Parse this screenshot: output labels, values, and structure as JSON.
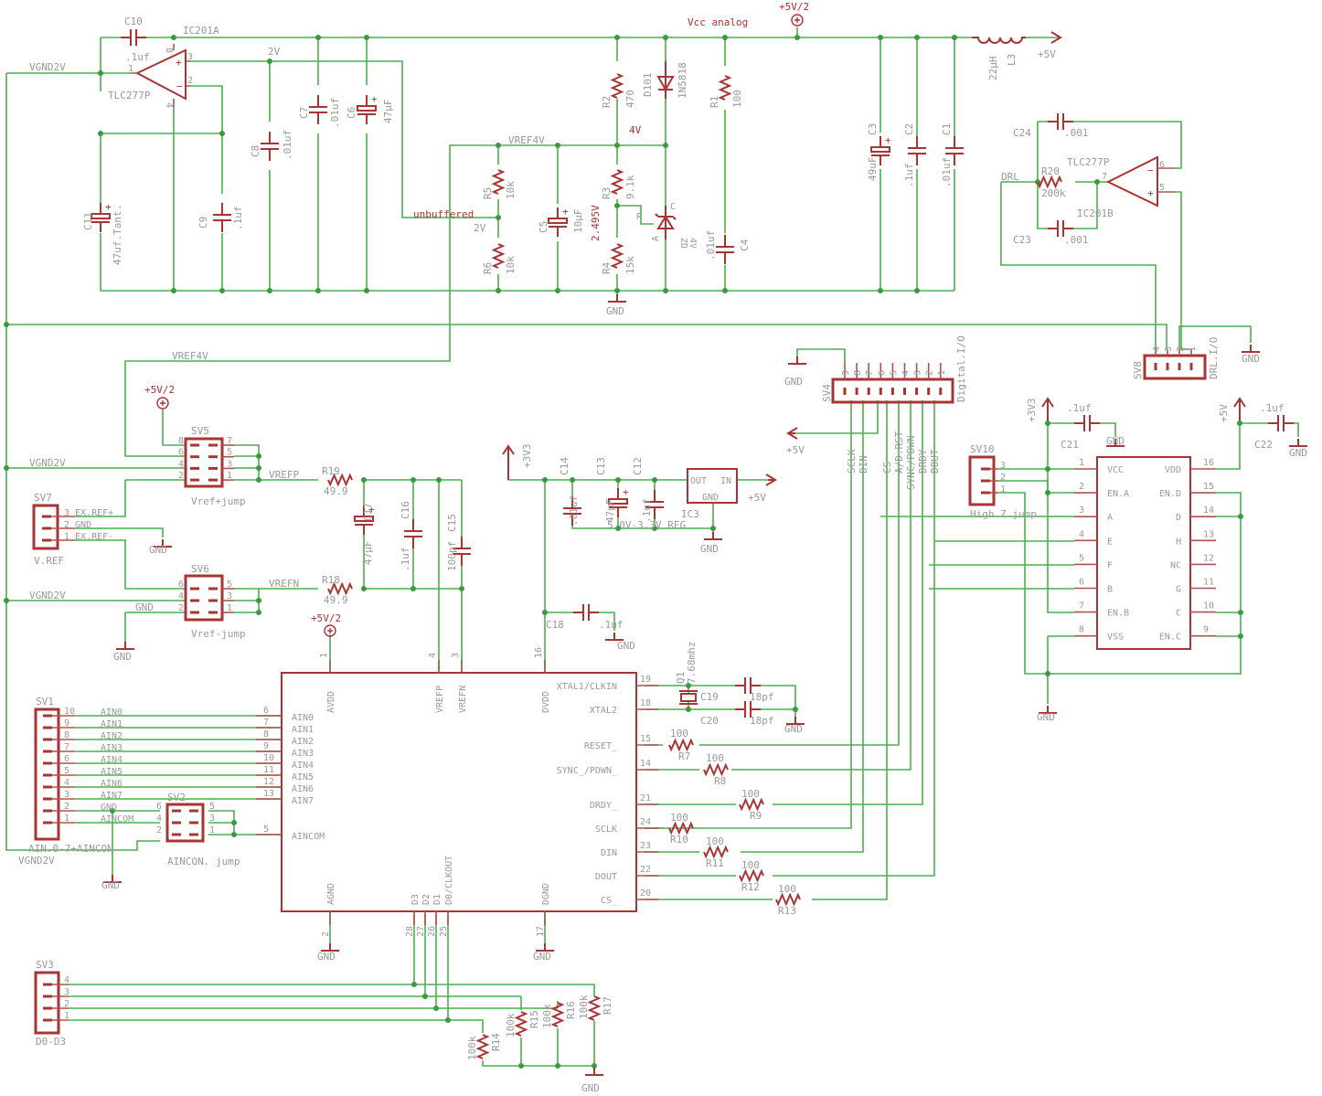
{
  "title": "ADC board schematic",
  "colors": {
    "wire": "#4caf50",
    "part": "#a33333",
    "label": "#999999",
    "junction": "#3c9a3c"
  },
  "nets": {
    "vgnd2v": "VGND2V",
    "vref4v": "VREF4V",
    "vrefp": "VREFP",
    "vrefn": "VREFN",
    "vcc_analog": "Vcc analog",
    "unbuffered": "unbuffered",
    "v2": "2V",
    "v4": "4V",
    "v2495": "2.495V",
    "drl": "DRL",
    "gnd": "GND",
    "p5v": "+5V",
    "p3v3": "+3V3",
    "p5v_half": "+5V/2"
  },
  "ic201a": {
    "ref": "IC201A",
    "part": "TLC277P",
    "pins": [
      "8",
      "3",
      "2",
      "1",
      "4"
    ]
  },
  "ic201b": {
    "ref": "IC201B",
    "part": "TLC277P",
    "pins": [
      "6",
      "5",
      "7"
    ]
  },
  "capacitors": {
    "c1": {
      "ref": "C1",
      "value": ".01uf"
    },
    "c2": {
      "ref": "C2",
      "value": ".1uf"
    },
    "c3": {
      "ref": "C3",
      "value": "49uF"
    },
    "c4": {
      "ref": "C4",
      "value": ".01uf"
    },
    "c5": {
      "ref": "C5",
      "value": "10µF"
    },
    "c6": {
      "ref": "C6",
      "value": "47µF"
    },
    "c7": {
      "ref": "C7",
      "value": ".01uf"
    },
    "c8": {
      "ref": "C8",
      "value": ".01uf"
    },
    "c9": {
      "ref": "C9",
      "value": ".1uf"
    },
    "c10": {
      "ref": "C10",
      "value": ".1uf"
    },
    "c11": {
      "ref": "C11",
      "value": "47uf.Tant."
    },
    "c12": {
      "ref": "C12",
      "value": ".1uf"
    },
    "c13": {
      "ref": "C13",
      "value": "47µF"
    },
    "c14": {
      "ref": "C14",
      "value": ".01uf"
    },
    "c15": {
      "ref": "C15",
      "value": "100pf"
    },
    "c16": {
      "ref": "C16",
      "value": ".1uf"
    },
    "c17": {
      "ref": "C17",
      "value": "47µF"
    },
    "c18": {
      "ref": "C18",
      "value": ".1uf"
    },
    "c19": {
      "ref": "C19",
      "value": "18pf"
    },
    "c20": {
      "ref": "C20",
      "value": "18pf"
    },
    "c21": {
      "ref": "C21",
      "value": ".1uf"
    },
    "c22": {
      "ref": "C22",
      "value": ".1uf"
    },
    "c23": {
      "ref": "C23",
      "value": ".001"
    },
    "c24": {
      "ref": "C24",
      "value": ".001"
    }
  },
  "resistors": {
    "r1": {
      "ref": "R1",
      "value": "100"
    },
    "r2": {
      "ref": "R2",
      "value": "470"
    },
    "r3": {
      "ref": "R3",
      "value": "9.1k"
    },
    "r4": {
      "ref": "R4",
      "value": "15k"
    },
    "r5": {
      "ref": "R5",
      "value": "10k"
    },
    "r6": {
      "ref": "R6",
      "value": "10k"
    },
    "r7": {
      "ref": "R7",
      "value": "100"
    },
    "r8": {
      "ref": "R8",
      "value": "100"
    },
    "r9": {
      "ref": "R9",
      "value": "100"
    },
    "r10": {
      "ref": "R10",
      "value": "100"
    },
    "r11": {
      "ref": "R11",
      "value": "100"
    },
    "r12": {
      "ref": "R12",
      "value": "100"
    },
    "r13": {
      "ref": "R13",
      "value": "100"
    },
    "r14": {
      "ref": "R14",
      "value": "100k"
    },
    "r15": {
      "ref": "R15",
      "value": "100k"
    },
    "r16": {
      "ref": "R16",
      "value": "100k"
    },
    "r17": {
      "ref": "R17",
      "value": "100k"
    },
    "r18": {
      "ref": "R18",
      "value": "49.9"
    },
    "r19": {
      "ref": "R19",
      "value": "49.9"
    },
    "r20": {
      "ref": "R20",
      "value": "200k"
    }
  },
  "d101": {
    "ref": "D101",
    "part": "1N5818"
  },
  "zener": {
    "pin_r": "R",
    "pin_a": "A",
    "pin_c": "C",
    "label": "ZD",
    "value": "4V"
  },
  "l3": {
    "ref": "L3",
    "value": "22µH"
  },
  "q1": {
    "ref": "Q1",
    "value": "7.68mhz"
  },
  "ic3": {
    "ref": "IC3",
    "value": "5.0V-3.3V REG",
    "pin_out": "OUT",
    "pin_in": "IN",
    "pin_gnd": "GND"
  },
  "adc": {
    "top_pins": [
      {
        "num": "1",
        "name": "AVDD"
      },
      {
        "num": "4",
        "name": "VREFP"
      },
      {
        "num": "3",
        "name": "VREFN"
      },
      {
        "num": "16",
        "name": "DVDD"
      }
    ],
    "left_pins": [
      {
        "num": "6",
        "name": "AIN0"
      },
      {
        "num": "7",
        "name": "AIN1"
      },
      {
        "num": "8",
        "name": "AIN2"
      },
      {
        "num": "9",
        "name": "AIN3"
      },
      {
        "num": "10",
        "name": "AIN4"
      },
      {
        "num": "11",
        "name": "AIN5"
      },
      {
        "num": "12",
        "name": "AIN6"
      },
      {
        "num": "13",
        "name": "AIN7"
      },
      {
        "num": "5",
        "name": "AINCOM"
      }
    ],
    "right_pins": [
      {
        "num": "19",
        "name": "XTAL1/CLKIN"
      },
      {
        "num": "18",
        "name": "XTAL2"
      },
      {
        "num": "15",
        "name": "RESET_"
      },
      {
        "num": "14",
        "name": "SYNC_/PDWN_"
      },
      {
        "num": "21",
        "name": "DRDY_"
      },
      {
        "num": "24",
        "name": "SCLK"
      },
      {
        "num": "23",
        "name": "DIN"
      },
      {
        "num": "22",
        "name": "DOUT"
      },
      {
        "num": "20",
        "name": "CS_"
      }
    ],
    "bottom_pins": [
      {
        "num": "2",
        "name": "AGND"
      },
      {
        "num": "28",
        "name": "D3"
      },
      {
        "num": "27",
        "name": "D2"
      },
      {
        "num": "26",
        "name": "D1"
      },
      {
        "num": "25",
        "name": "D0/CLKOUT"
      },
      {
        "num": "17",
        "name": "DGND"
      }
    ]
  },
  "mux": {
    "left_pins": [
      {
        "num": "1",
        "name": "VCC"
      },
      {
        "num": "2",
        "name": "EN.A"
      },
      {
        "num": "3",
        "name": "A"
      },
      {
        "num": "4",
        "name": "E"
      },
      {
        "num": "5",
        "name": "F"
      },
      {
        "num": "6",
        "name": "B"
      },
      {
        "num": "7",
        "name": "EN.B"
      },
      {
        "num": "8",
        "name": "VSS"
      }
    ],
    "right_pins": [
      {
        "num": "16",
        "name": "VDD"
      },
      {
        "num": "15",
        "name": "EN.D"
      },
      {
        "num": "14",
        "name": "D"
      },
      {
        "num": "13",
        "name": "H"
      },
      {
        "num": "12",
        "name": "NC"
      },
      {
        "num": "11",
        "name": "G"
      },
      {
        "num": "10",
        "name": "C"
      },
      {
        "num": "9",
        "name": "EN.C"
      }
    ]
  },
  "connectors": {
    "sv1": {
      "ref": "SV1",
      "label": "AIN.0-7+AINCON",
      "pins": [
        "10",
        "9",
        "8",
        "7",
        "6",
        "5",
        "4",
        "3",
        "2",
        "1"
      ],
      "signals": [
        "AIN0",
        "AIN1",
        "AIN2",
        "AIN3",
        "AIN4",
        "AIN5",
        "AIN6",
        "AIN7",
        "GND",
        "AINCOM"
      ]
    },
    "sv2": {
      "ref": "SV2",
      "label": "AINCON. jump",
      "left": [
        "6",
        "4",
        "2"
      ],
      "right": [
        "5",
        "3",
        "1"
      ]
    },
    "sv3": {
      "ref": "SV3",
      "label": "D0-D3",
      "pins": [
        "4",
        "3",
        "2",
        "1"
      ]
    },
    "sv4": {
      "ref": "SV4",
      "label": "Digital.I/O",
      "pins": [
        "9",
        "8",
        "7",
        "6",
        "5",
        "4",
        "3",
        "2",
        "1"
      ],
      "signals": [
        "SCLK",
        "DIN",
        "CS",
        "A/D.RST",
        "SYNC/PDWN",
        "DRDY",
        "DOUT"
      ]
    },
    "sv5": {
      "ref": "SV5",
      "label": "Vref+jump",
      "left": [
        "8",
        "6",
        "4",
        "2"
      ],
      "right": [
        "7",
        "5",
        "3",
        "1"
      ]
    },
    "sv6": {
      "ref": "SV6",
      "label": "Vref-jump",
      "left": [
        "6",
        "4",
        "2"
      ],
      "right": [
        "5",
        "3",
        "1"
      ]
    },
    "sv7": {
      "ref": "SV7",
      "label": "V.REF",
      "pins": [
        "3 EX.REF+",
        "2 GND",
        "1 EX.REF-"
      ]
    },
    "sv8": {
      "ref": "SV8",
      "label": "DRL.I/O",
      "pins": [
        "4",
        "3",
        "2",
        "1"
      ]
    },
    "sv10": {
      "ref": "SV10",
      "label": "High Z.jump",
      "pins": [
        "3",
        "2",
        "1"
      ]
    }
  }
}
